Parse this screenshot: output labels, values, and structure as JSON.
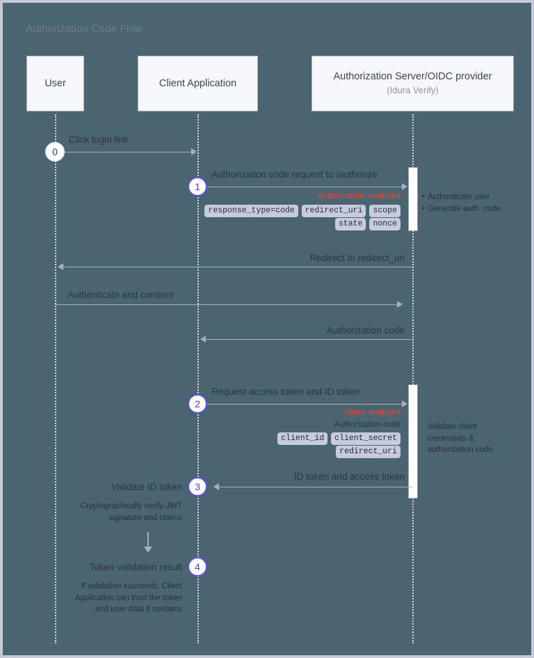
{
  "diagram": {
    "title": "Authorization Code Flow",
    "type": "sequence-diagram",
    "background_color": "#4a6570",
    "accent_color": "#5b4fe8",
    "highlight_color": "#ff3b30"
  },
  "participants": [
    {
      "id": "user",
      "name": "User",
      "subtitle": ""
    },
    {
      "id": "client",
      "name": "Client Application",
      "subtitle": ""
    },
    {
      "id": "server",
      "name": "Authorization Server/OIDC provider",
      "subtitle": "(Idura Verify)"
    }
  ],
  "steps": [
    {
      "number": "0",
      "style": "white"
    },
    {
      "number": "1",
      "style": "blue"
    },
    {
      "number": "2",
      "style": "blue"
    },
    {
      "number": "3",
      "style": "blue"
    },
    {
      "number": "4",
      "style": "blue"
    }
  ],
  "messages": [
    {
      "id": "m0",
      "label": "Click login link",
      "from": "user",
      "to": "client",
      "direction": "right"
    },
    {
      "id": "m1",
      "label": "Authorization code request to /authorize",
      "from": "client",
      "to": "server",
      "direction": "right"
    },
    {
      "id": "m2",
      "label": "Redirect to redirect_uri",
      "from": "server",
      "to": "user",
      "direction": "left"
    },
    {
      "id": "m3",
      "label": "Authenticate and consent",
      "from": "user",
      "to": "server",
      "direction": "right"
    },
    {
      "id": "m4",
      "label": "Authorization code",
      "from": "server",
      "to": "client",
      "direction": "left"
    },
    {
      "id": "m5",
      "label": "Request access token and ID token",
      "from": "client",
      "to": "server",
      "direction": "right"
    },
    {
      "id": "m6",
      "label": "ID token and access token",
      "from": "server",
      "to": "client",
      "direction": "left"
    }
  ],
  "annotations": {
    "step1_endpoint": "Authorization endpoint",
    "step1_params": [
      "response_type=code",
      "redirect_uri",
      "scope"
    ],
    "step1_params2": [
      "state",
      "nonce"
    ],
    "step1_server_note": [
      "Authenticate user",
      "Generate auth. code"
    ],
    "step2_endpoint": "Token endpoint",
    "step2_plain": "Authorization code",
    "step2_params": [
      "client_id",
      "client_secret"
    ],
    "step2_params2": [
      "redirect_uri"
    ],
    "step2_server_note": "Validate client credentials & authorization code",
    "step3_label": "Validate ID token",
    "step3_detail": "Cryptographically verify JWT signature and claims",
    "step4_label": "Token validation result",
    "step4_detail": "If validation succeeds, Client Application can trust the token and user data it contains"
  },
  "icons": {
    "arrow_right": "arrow-right-icon",
    "arrow_left": "arrow-left-icon",
    "arrow_down": "arrow-down-icon",
    "bullet": "bullet-dot-icon"
  }
}
